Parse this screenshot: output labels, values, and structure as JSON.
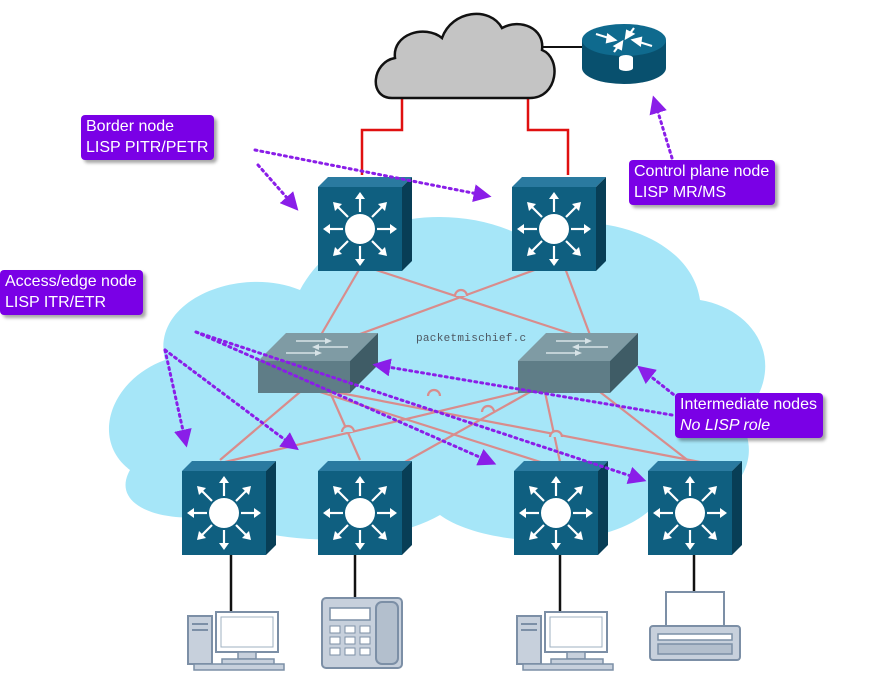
{
  "callouts": {
    "border": {
      "line1": "Border node",
      "line2": "LISP PITR/PETR"
    },
    "control": {
      "line1": "Control plane node",
      "line2": "LISP MR/MS"
    },
    "access": {
      "line1": "Access/edge node",
      "line2": "LISP ITR/ETR"
    },
    "intermediate": {
      "line1": "Intermediate nodes",
      "line2": "No LISP role"
    }
  },
  "watermark": "packetmischief.c",
  "colors": {
    "fabric_cloud": "#a6e6f8",
    "internet_cloud": "#c4c4c4",
    "device_blue": "#0f5f80",
    "arrow_purple": "#8a1ee8",
    "uplink_red": "#e01010",
    "fabric_link": "#d98c8c",
    "switch_gray": "#5f7d87"
  },
  "icons": {
    "internet": "cloud-icon",
    "control_plane": "router-icon",
    "border": "layer3-switch-icon",
    "intermediate": "workgroup-switch-icon",
    "access": "layer3-switch-icon",
    "endpoints": [
      "pc-icon",
      "ip-phone-icon",
      "pc-icon",
      "printer-icon"
    ]
  }
}
